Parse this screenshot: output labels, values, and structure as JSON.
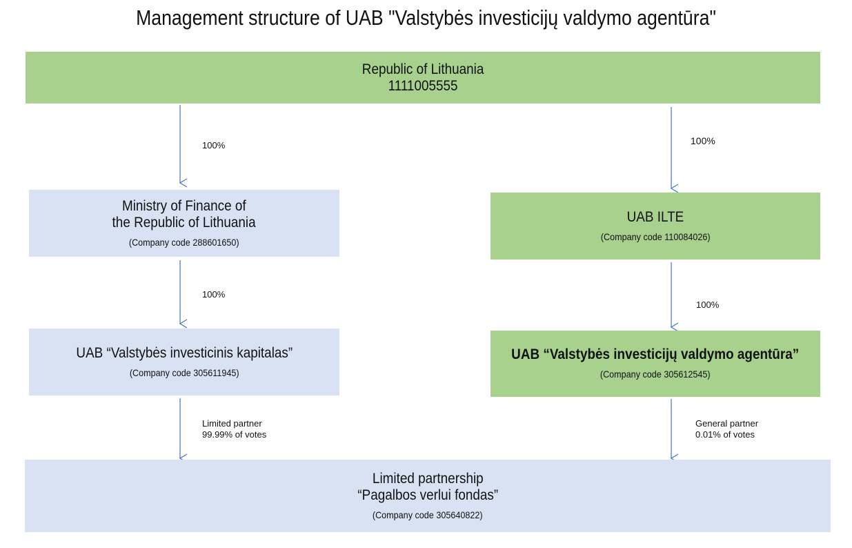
{
  "title": "Management structure of UAB \"Valstybės investicijų valdymo agentūra\"",
  "colors": {
    "green": "#a9d18e",
    "blue": "#d9e2f3",
    "arrow": "#4472c4"
  },
  "nodes": {
    "republic": {
      "line1": "Republic of Lithuania",
      "line2": "1111005555"
    },
    "ministry": {
      "line1": "Ministry of Finance of",
      "line2": "the Republic of Lithuania",
      "code": "(Company code 288601650)"
    },
    "ilte": {
      "line1": "UAB ILTE",
      "code": "(Company code 110084026)"
    },
    "vik": {
      "line1": "UAB “Valstybės investicinis kapitalas”",
      "code": "(Company code 305611945)"
    },
    "viva": {
      "line1": "UAB “Valstybės investicijų valdymo agentūra”",
      "code": "(Company code 305612545)"
    },
    "fund": {
      "line1": "Limited partnership",
      "line2": "“Pagalbos verlui fondas”",
      "code": "(Company code 305640822)"
    }
  },
  "edges": {
    "republic_ministry": "100%",
    "republic_ilte": "100%",
    "ministry_vik": "100%",
    "ilte_viva": "100%",
    "vik_fund": {
      "line1": "Limited partner",
      "line2": "99.99% of votes"
    },
    "viva_fund": {
      "line1": "General partner",
      "line2": "0.01% of votes"
    }
  }
}
